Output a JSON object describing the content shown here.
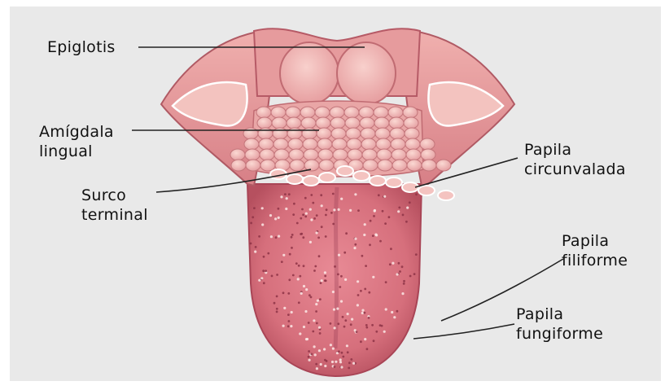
{
  "labels": {
    "epiglotis": "Epiglotis",
    "amigdala_1": "Amígdala",
    "amigdala_2": "lingual",
    "surco_1": "Surco",
    "surco_2": "terminal",
    "circunvalada_1": "Papila",
    "circunvalada_2": "circunvalada",
    "filiforme_1": "Papila",
    "filiforme_2": "filiforme",
    "fungiforme_1": "Papila",
    "fungiforme_2": "fungiforme"
  },
  "colors": {
    "background": "#e9e9e9",
    "tongue_body": "#d9707c",
    "tongue_edge": "#b84c5b",
    "tonsil": "#efa8a9",
    "leader_line": "#222222"
  }
}
